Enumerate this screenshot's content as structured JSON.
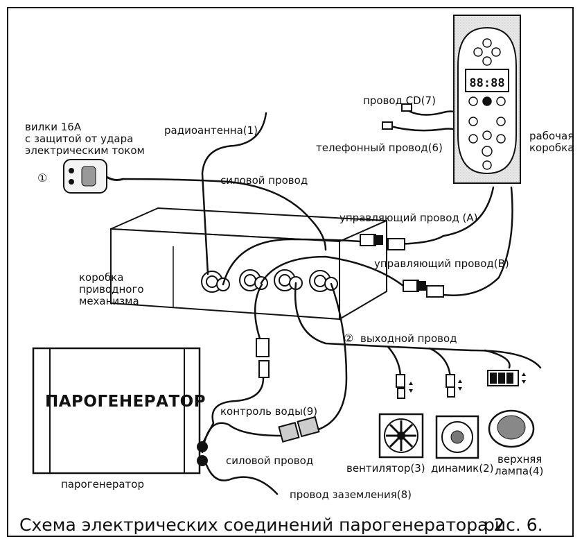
{
  "labels": {
    "plug": [
      "вилки 16А",
      "с защитой от удара",
      "электрическим током"
    ],
    "antenna": "радиоантенна(1)",
    "power_wire_top": "силовой провод",
    "cd_wire": "провод CD(7)",
    "phone_wire": "телефонный провод(6)",
    "control_box": [
      "рабочая",
      "коробка"
    ],
    "control_wire_a": "управляющий провод (А)",
    "control_wire_b": "управляющий провод(В)",
    "drive_box": [
      "коробка",
      "приводного",
      "механизма"
    ],
    "output_wire": "выходной провод",
    "generator_big": "ПАРОГЕНЕРАТОР",
    "water_control": "контроль воды(9)",
    "power_wire_bottom": "силовой провод",
    "fan": "вентилятор(3)",
    "speaker": "динамик(2)",
    "lamp": [
      "верхняя",
      "лампа(4)"
    ],
    "generator": "парогенератор",
    "ground_wire": "провод заземления(8)",
    "marker_1": "①",
    "marker_2": "②"
  },
  "panel": {
    "display_digits": "88:88"
  },
  "caption": {
    "title": "Схема электрических соединений парогенератора 2",
    "figure": "рис. 6."
  }
}
